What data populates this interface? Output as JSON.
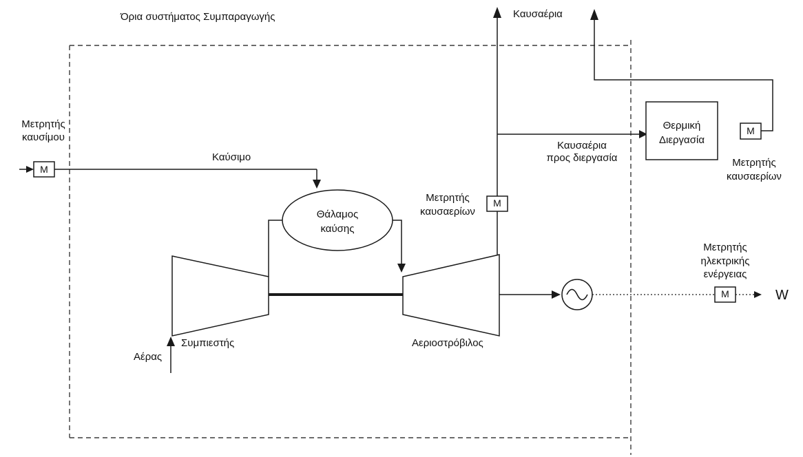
{
  "diagram": {
    "title": "Όρια συστήματος Συμπαραγωγής",
    "meter_symbol": "M",
    "work_output": "W",
    "labels": {
      "exhaust_top": "Καυσαέρια",
      "fuel_meter": [
        "Μετρητής",
        "καυσίμου"
      ],
      "fuel_line": "Καύσιμο",
      "combustion_chamber": [
        "Θάλαμος",
        "καύσης"
      ],
      "exhaust_meter": [
        "Μετρητής",
        "καυσαερίων"
      ],
      "exhaust_to_process": [
        "Καυσαέρια",
        "προς διεργασία"
      ],
      "thermal_process": [
        "Θερμική",
        "Διεργασία"
      ],
      "thermal_exhaust_meter": [
        "Μετρητής",
        "καυσαερίων"
      ],
      "electric_meter": [
        "Μετρητής",
        "ηλεκτρικής",
        "ενέργειας"
      ],
      "air_inlet": "Αέρας",
      "compressor": "Συμπιεστής",
      "gas_turbine": "Αεριοστρόβιλος"
    },
    "colors": {
      "line": "#1a1a1a",
      "background": "#ffffff"
    }
  }
}
